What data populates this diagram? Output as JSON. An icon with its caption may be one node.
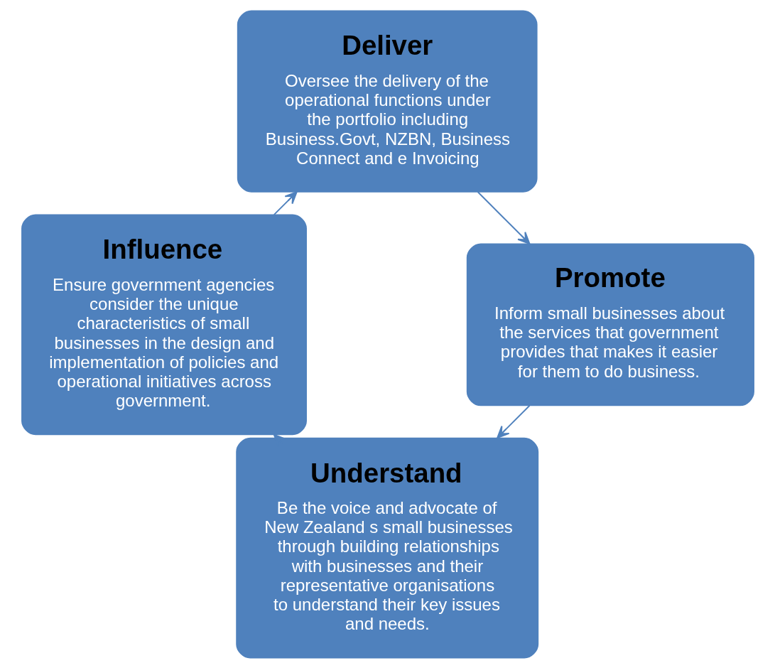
{
  "diagram": {
    "nodes": [
      {
        "text": [
          "Understand",
          "Be the voice and advocate of New Zealand s small businesses through building relationships with businesses and their representative organisations to understand their key issues and needs."
        ]
      },
      {
        "text": [
          "Influence",
          "Ensure government agencies consider the unique characteristics of small businesses in the design and implementation of policies and operational initiatives across government."
        ]
      },
      {
        "text": [
          "Deliver",
          "Oversee the delivery of the operational functions under the portfolio including Business.Govt, NZBN, Business Connect and e Invoicing"
        ]
      },
      {
        "text": [
          "Promote",
          "Inform small businesses about the services that government provides that makes it easier for them to do business."
        ]
      }
    ],
    "edges": [
      {
        "from": 0,
        "to": 1,
        "arrow": "to"
      },
      {
        "from": 1,
        "to": 2,
        "arrow": "to"
      },
      {
        "from": 2,
        "to": 3,
        "arrow": "to"
      },
      {
        "from": 3,
        "to": 0,
        "arrow": "to"
      }
    ]
  }
}
